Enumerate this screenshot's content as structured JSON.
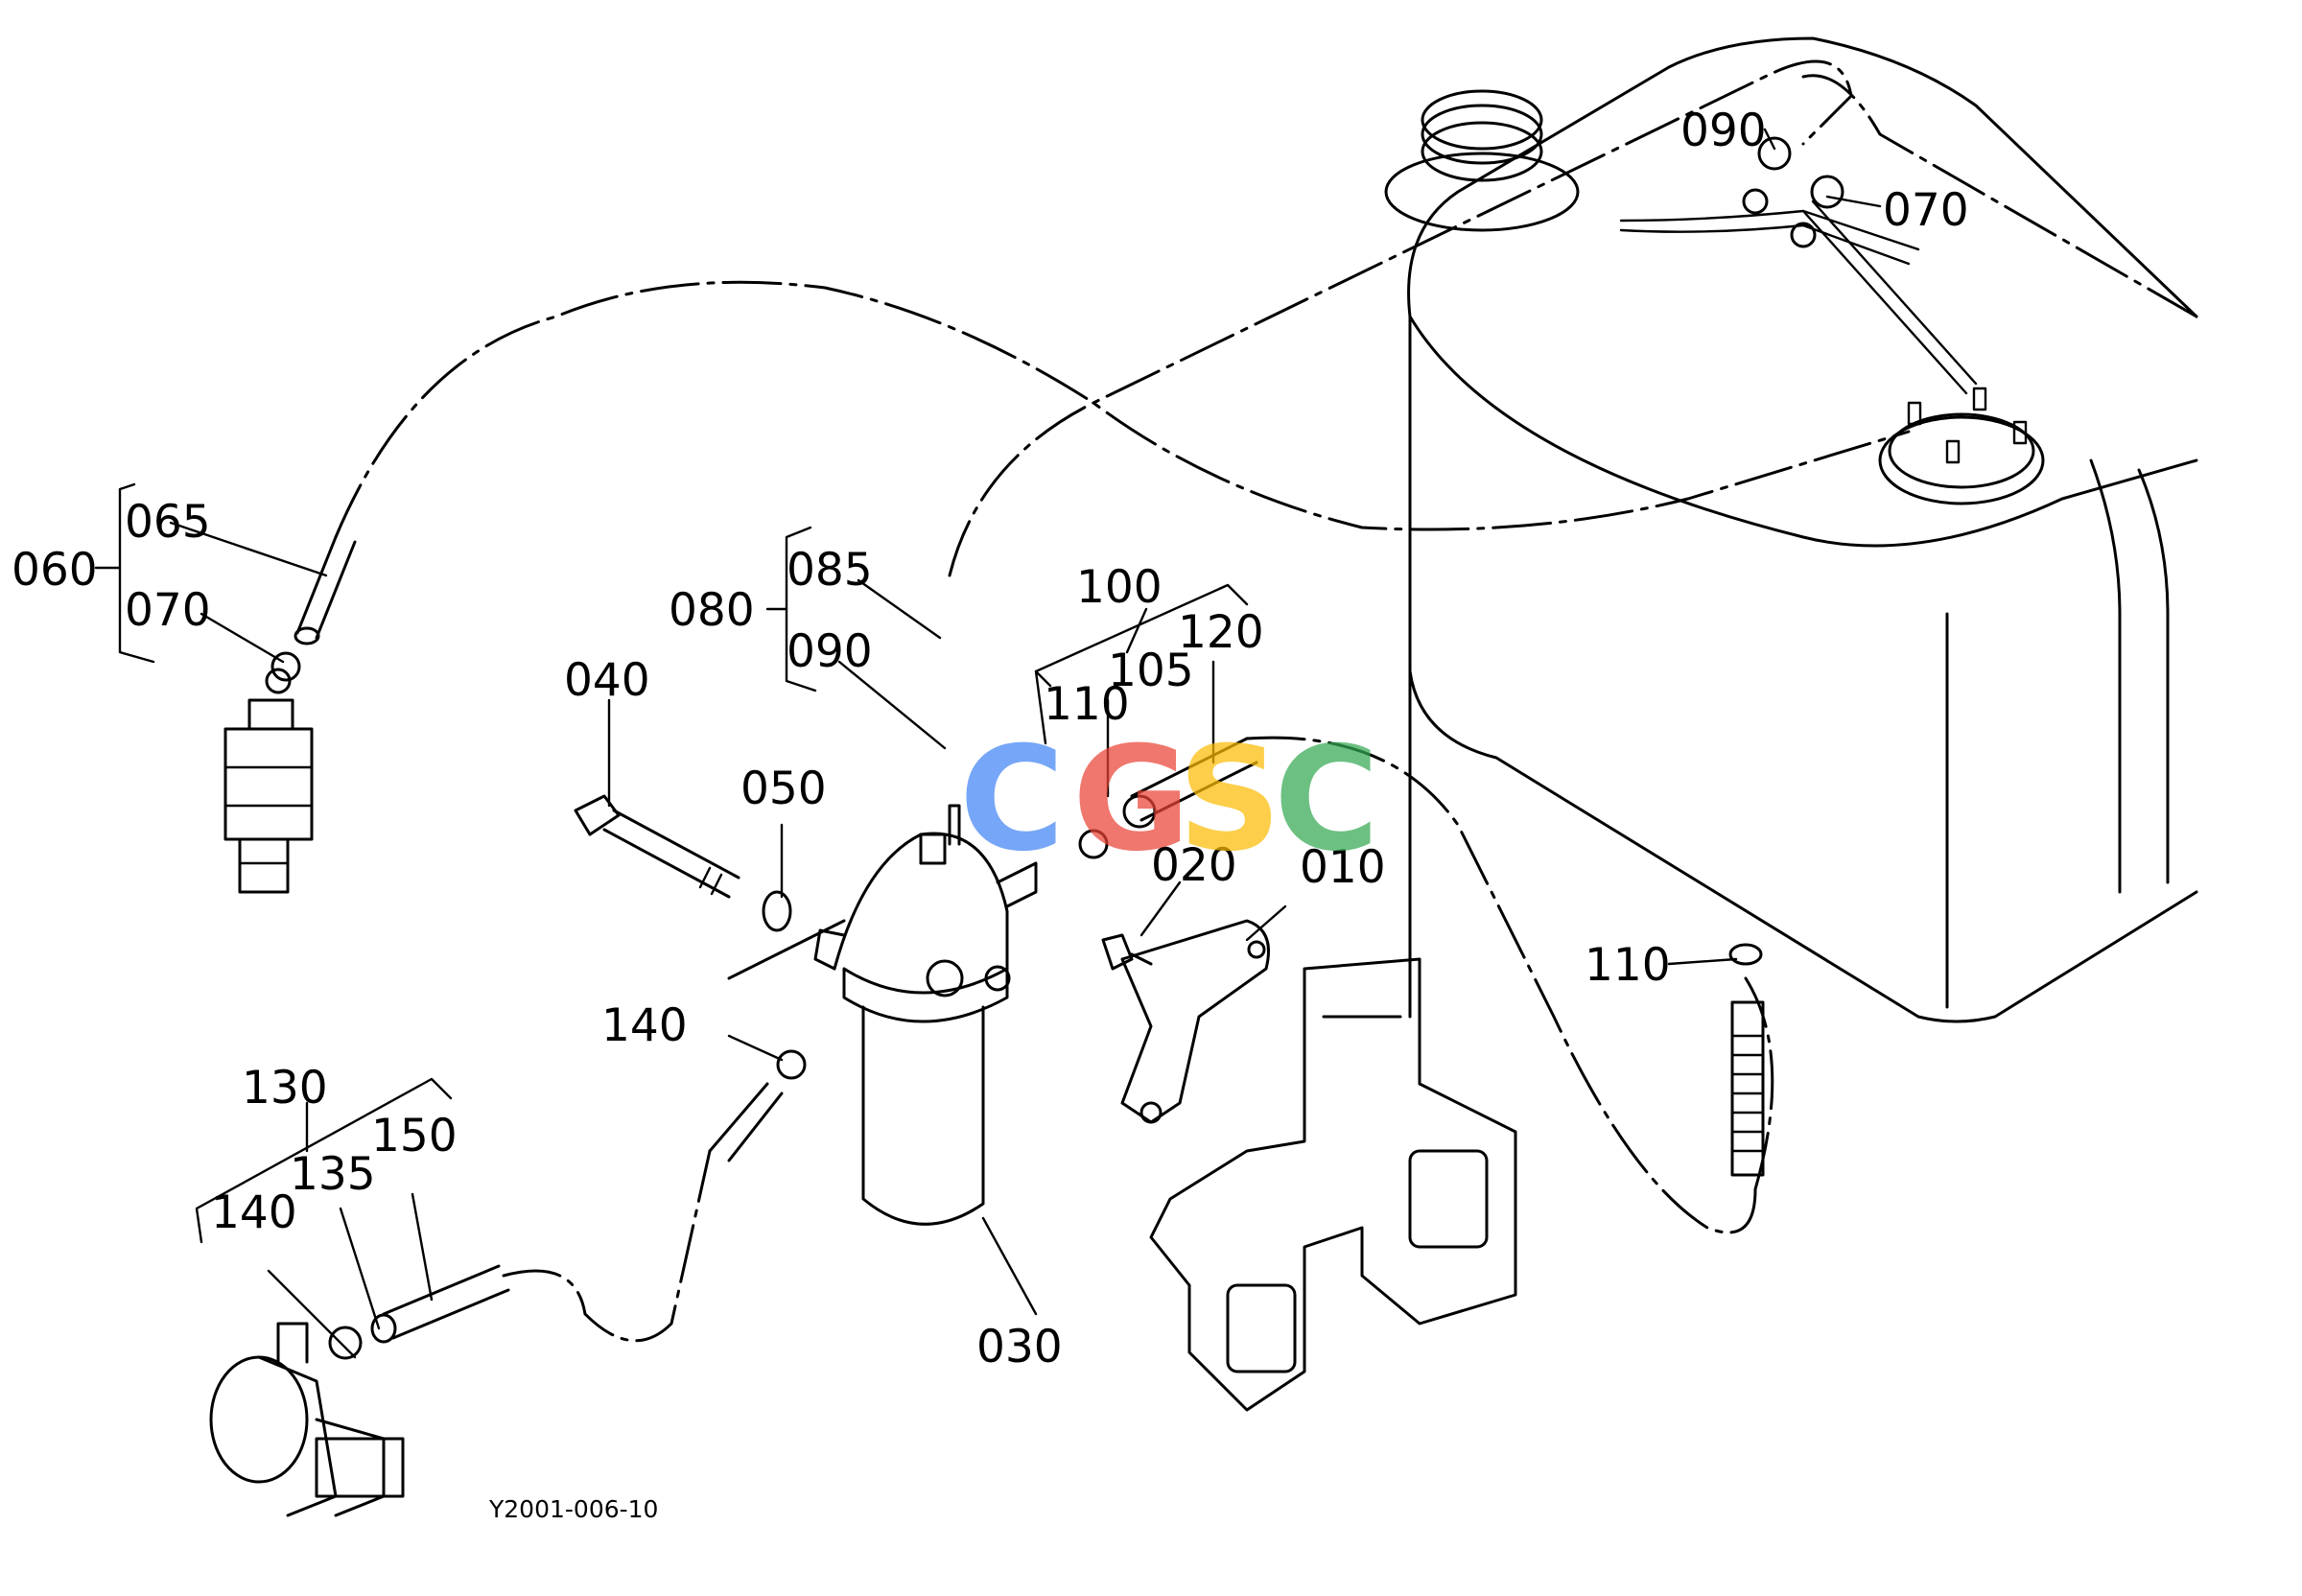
{
  "figure_code": "Y2001-006-10",
  "labels": {
    "p010": "010",
    "p020": "020",
    "p030": "030",
    "p040": "040",
    "p050": "050",
    "p060": "060",
    "p065": "065",
    "p070_left": "070",
    "p070_right": "070",
    "p080": "080",
    "p085": "085",
    "p090_mid": "090",
    "p090_top": "090",
    "p100": "100",
    "p105": "105",
    "p110_mid": "110",
    "p110_right": "110",
    "p120": "120",
    "p130": "130",
    "p135": "135",
    "p140_mid": "140",
    "p140_low": "140",
    "p150": "150"
  },
  "watermark": {
    "letters": [
      "C",
      "G",
      "S",
      "C"
    ],
    "colors": [
      "#4285F4",
      "#EA4335",
      "#FBBC05",
      "#34A853"
    ]
  }
}
